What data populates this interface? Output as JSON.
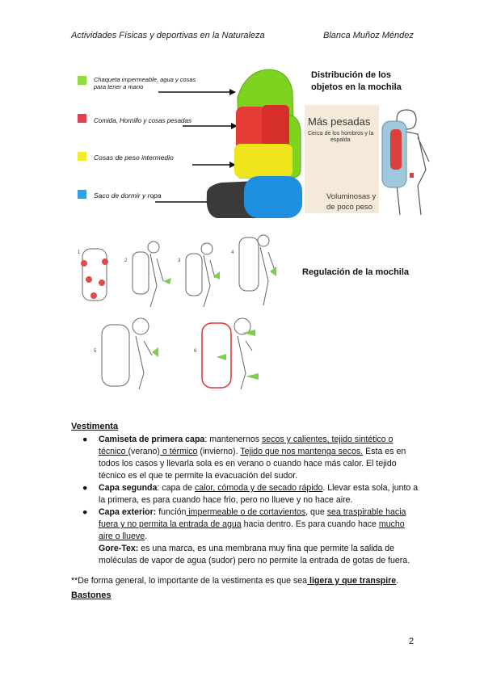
{
  "header": {
    "left": "Actividades Físicas y deportivas en la Naturaleza",
    "right": "Blanca Muñoz Méndez"
  },
  "figure1": {
    "legend": [
      {
        "label": "Chaqueta impermeable, agua y cosas para tener a mano",
        "color": "#8edc3f"
      },
      {
        "label": "Comida, Hornillo y cosas pesadas",
        "color": "#e2404a"
      },
      {
        "label": "Cosas de peso intermedio",
        "color": "#f0ec2c"
      },
      {
        "label": "Saco de dormir y ropa",
        "color": "#2aa3e6"
      }
    ],
    "caption_line1": "Distribución de los",
    "caption_line2": "objetos en la mochila",
    "inset_title": "Más pesadas",
    "inset_sub1": "Cerca de los hombros y la",
    "inset_sub2": "espalda",
    "inset_bottom1": "Voluminosas y",
    "inset_bottom2": "de poco peso"
  },
  "figure2": {
    "caption": "Regulación de la mochila",
    "step_numbers": [
      "1",
      "2",
      "3",
      "4",
      "5",
      "6"
    ]
  },
  "section_vestimenta": {
    "heading": "Vestimenta",
    "items": [
      {
        "title": "Camiseta de primera capa",
        "t1": ": mantenernos ",
        "u1": "secos y calientes, tejido sintético o técnico ",
        "t2": "(verano)",
        "u2": " o térmico",
        "t3": " (invierno). ",
        "u3": "Tejido que nos mantenga secos.",
        "t4": " Esta es en todos los casos y llevarla sola es en verano o cuando hace más calor. El tejido técnico es el que te permite la evacuación del sudor."
      },
      {
        "title": "Capa segunda",
        "t1": ": capa de ",
        "u1": "calor, cómoda y de secado rápido",
        "t2": ". Llevar esta sola, junto a la primera, es para cuando hace frio, pero no llueve y no hace aire."
      },
      {
        "title": "Capa exterior:",
        "t1": " función",
        "u1": " impermeable o de cortavientos",
        "t2": ", que ",
        "u2": "sea traspirable hacia fuera y no permita la entrada de agua",
        "t3": " hacia dentro. Es para cuando hace ",
        "u3": "mucho aire o llueve",
        "t4": ".",
        "sub_title": "Gore-Tex:",
        "sub_text": " es una marca, es una membrana muy fina que permite la salida de moléculas de vapor de agua (sudor) pero no permite la entrada de gotas de fuera."
      }
    ],
    "note_pre": "**De forma general, lo importante de la vestimenta es que sea",
    "note_bold": " ligera y que transpire",
    "note_post": "."
  },
  "section_bastones": {
    "heading": "Bastones"
  },
  "page_number": "2"
}
